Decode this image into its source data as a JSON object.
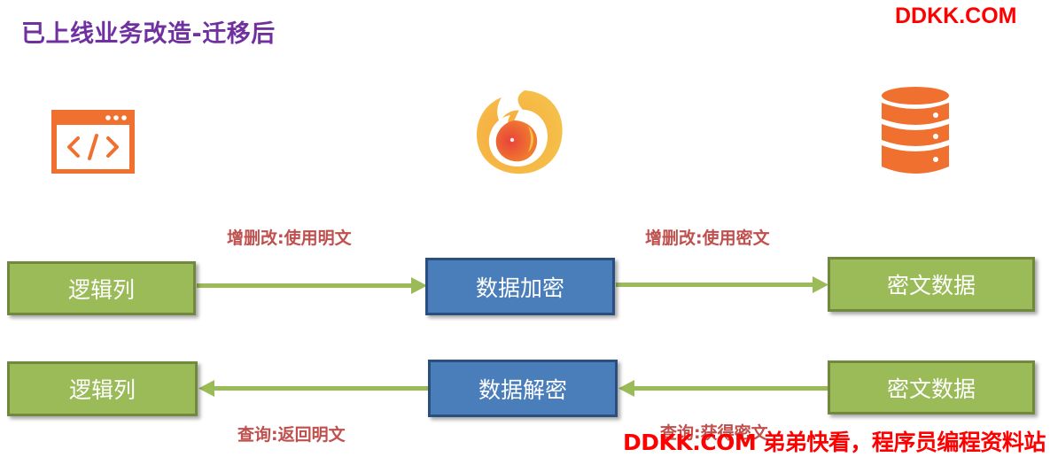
{
  "title": "已上线业务改造-迁移后",
  "watermark_top": "DDKK.COM",
  "watermark_bottom": "DDKK.COM 弟弟快看，程序员编程资料站",
  "colors": {
    "title": "#7030a0",
    "watermark": "#ff0000",
    "green_box": "#9bbb59",
    "blue_box": "#4a7ebb",
    "arrow": "#9bbb59",
    "arrow_label": "#c0504d",
    "icon_orange": "#f07030"
  },
  "icons": {
    "app": "code-window-icon",
    "middleware": "flame-logo-icon",
    "storage": "database-icon"
  },
  "write_flow": {
    "source": "逻辑列",
    "processor": "数据加密",
    "target": "密文数据",
    "label_left": "增删改:使用明文",
    "label_right": "增删改:使用密文"
  },
  "read_flow": {
    "source": "密文数据",
    "processor": "数据解密",
    "target": "逻辑列",
    "label_left": "查询:返回明文",
    "label_right": "查询:获得密文"
  }
}
